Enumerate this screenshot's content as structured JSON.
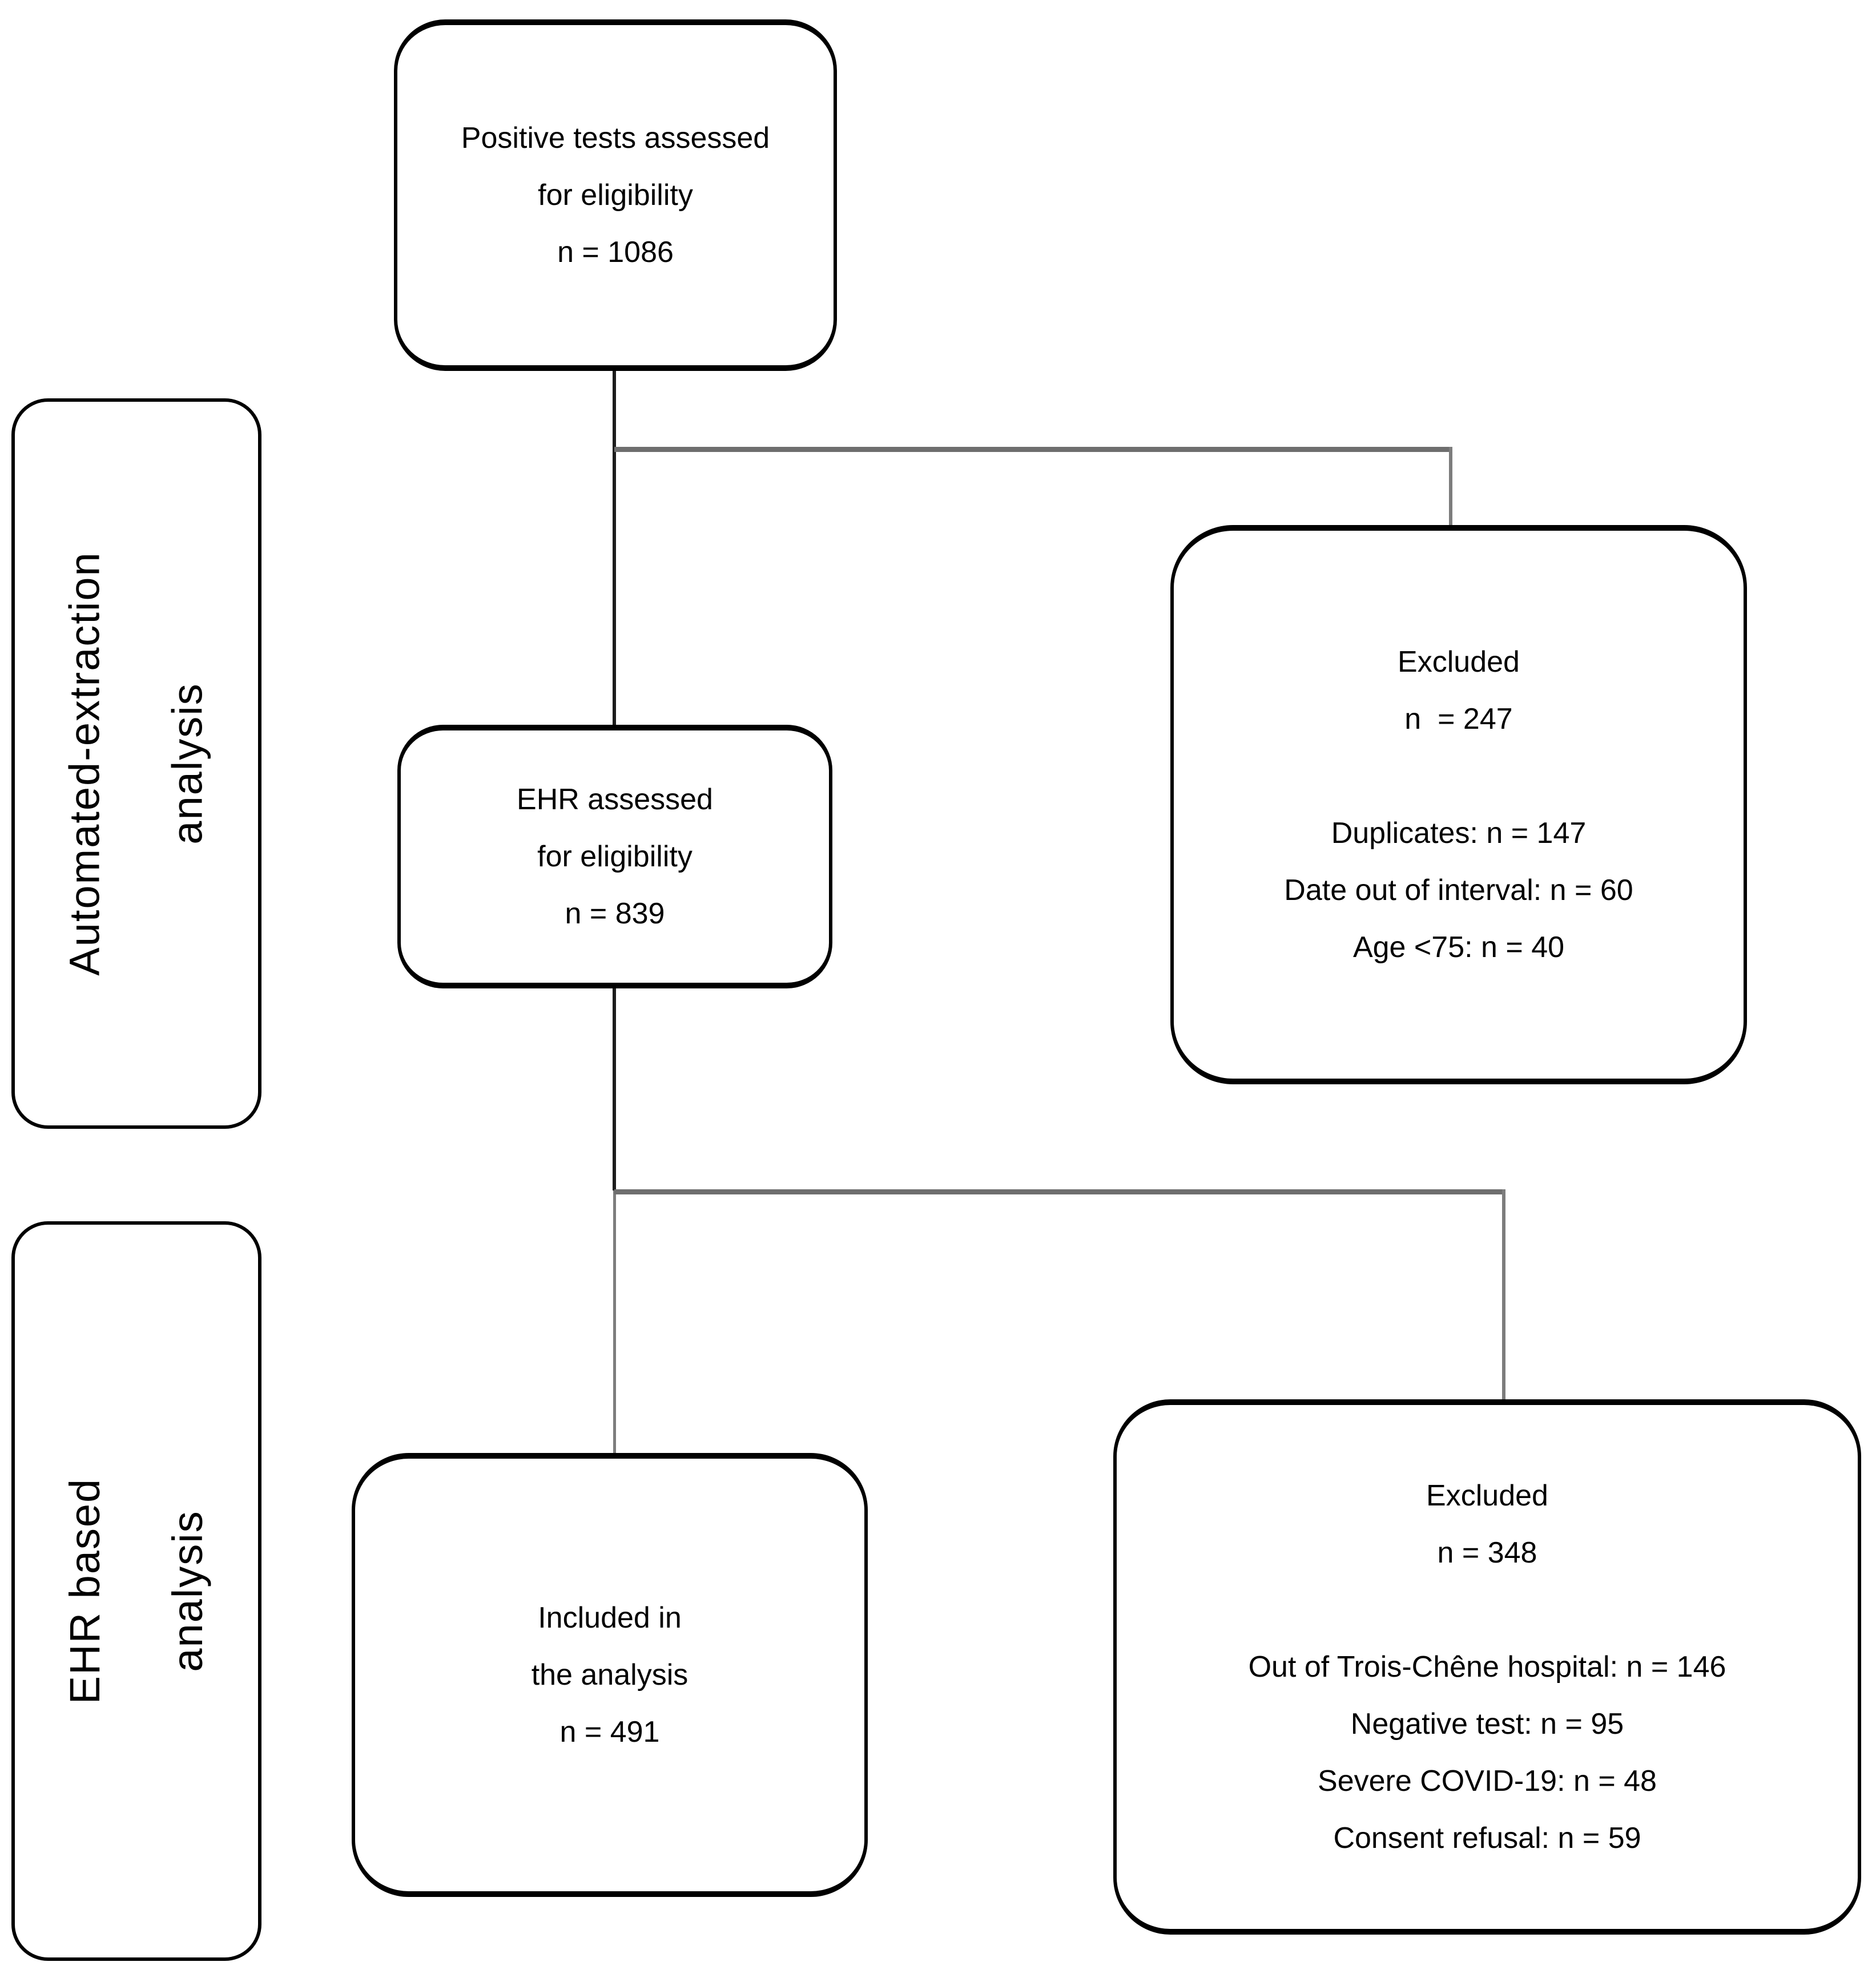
{
  "colors": {
    "box_border": "#000000",
    "connector_black": "#1c1c1c",
    "connector_gray": "#6e6e6e"
  },
  "side_labels": {
    "automated": {
      "line1": "Automated-extraction",
      "line2": "analysis"
    },
    "ehr": {
      "line1": "EHR based",
      "line2": "analysis"
    }
  },
  "boxes": {
    "top": {
      "line1": "Positive tests assessed",
      "line2": "for eligibility",
      "line3": "n = 1086"
    },
    "ehr_assessed": {
      "line1": "EHR assessed",
      "line2": "for eligibility",
      "line3": "n = 839"
    },
    "excluded_auto": {
      "title": "Excluded",
      "count": "n  = 247",
      "reason1": "Duplicates: n = 147",
      "reason2": "Date out of interval: n = 60",
      "reason3": "Age <75: n = 40"
    },
    "included": {
      "line1": "Included in",
      "line2": "the analysis",
      "line3": "n = 491"
    },
    "excluded_ehr": {
      "title": "Excluded",
      "count": "n = 348",
      "reason1": "Out of Trois-Chêne hospital: n = 146",
      "reason2": "Negative test: n = 95",
      "reason3": "Severe COVID-19: n = 48",
      "reason4": "Consent refusal: n = 59"
    }
  }
}
